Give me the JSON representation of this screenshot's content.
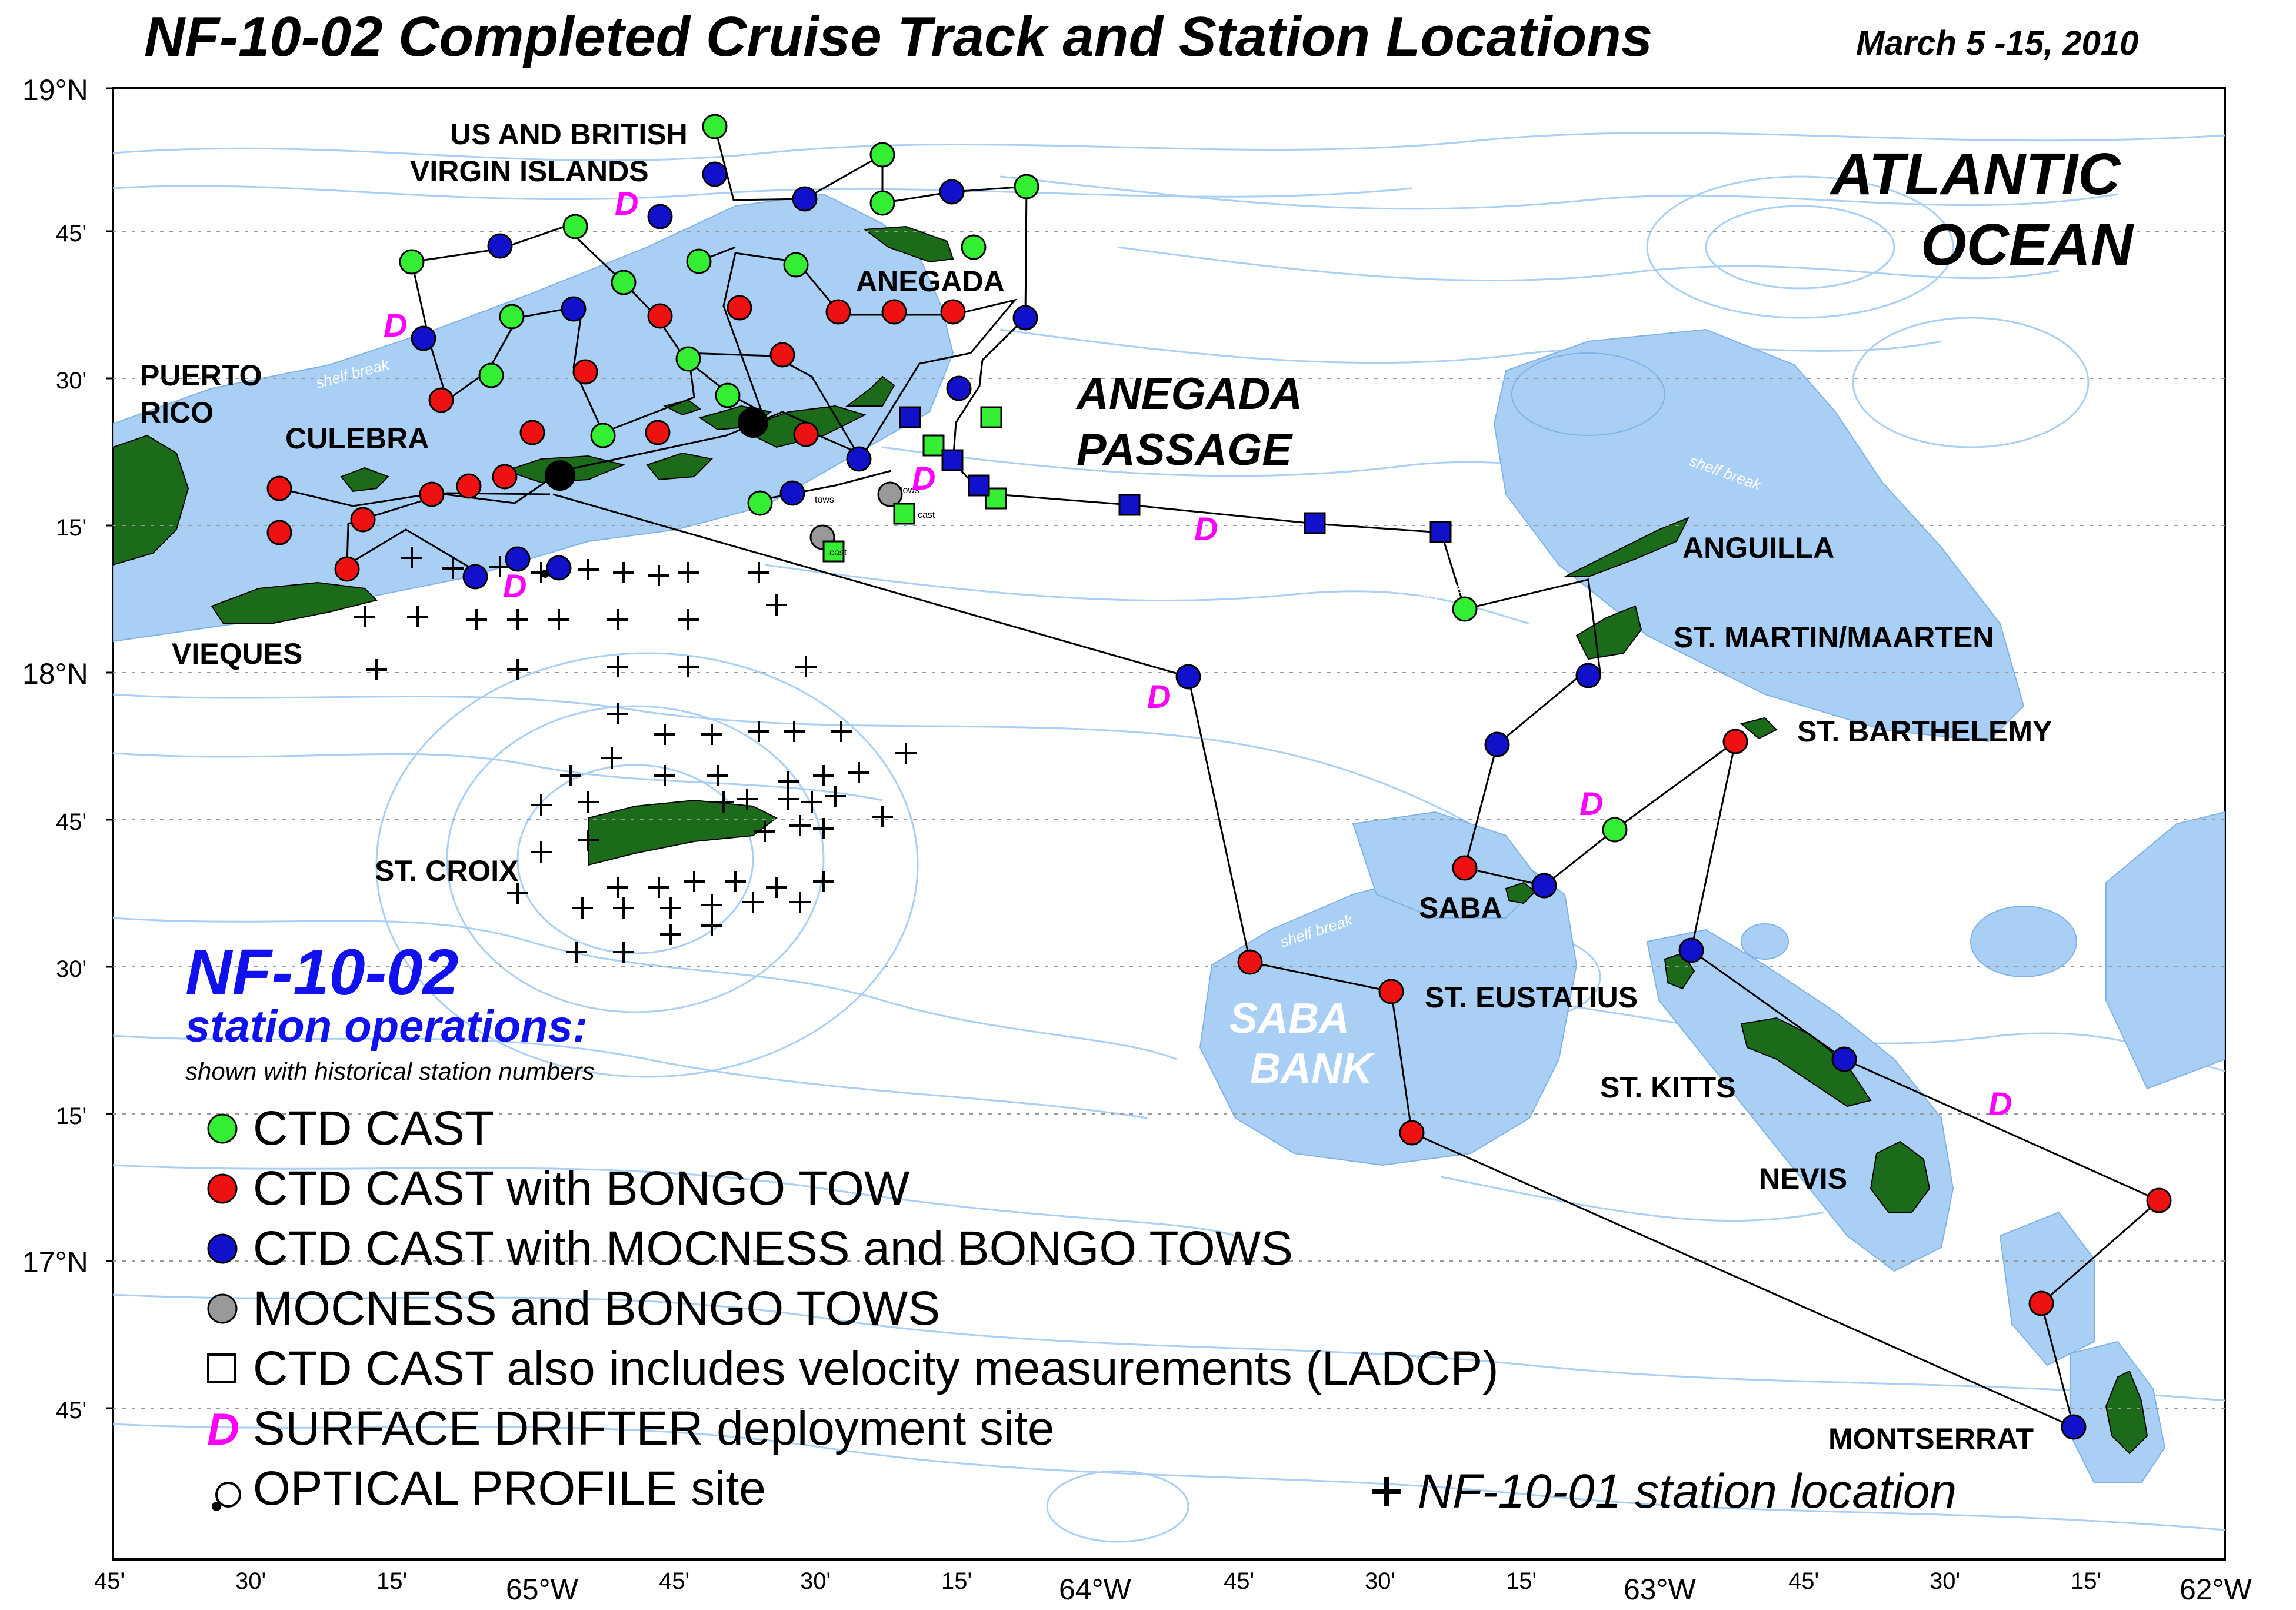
{
  "title": "NF-10-02 Completed Cruise Track and Station Locations",
  "subtitle": "March 5 -15, 2010",
  "colors": {
    "ctd": "#33ee33",
    "bongo": "#ee1111",
    "mocness": "#1111cc",
    "grey": "#999999",
    "land": "#1b6b1b",
    "shelf": "#a9cff5",
    "contour": "#a9cff5",
    "drifter": "#ff00ff"
  },
  "axes": {
    "lat_labels": [
      "19°N",
      "45'",
      "30'",
      "15'",
      "18°N",
      "45'",
      "30'",
      "15'",
      "17°N",
      "45'"
    ],
    "lon_labels": [
      "45'",
      "30'",
      "15'",
      "65°W",
      "45'",
      "30'",
      "15'",
      "64°W",
      "45'",
      "30'",
      "15'",
      "63°W",
      "45'",
      "30'",
      "15'",
      "62°W"
    ]
  },
  "places": {
    "usbvi_1": "US AND BRITISH",
    "usbvi_2": "VIRGIN ISLANDS",
    "atlantic_1": "ATLANTIC",
    "atlantic_2": "OCEAN",
    "anegada": "ANEGADA",
    "passage_1": "ANEGADA",
    "passage_2": "PASSAGE",
    "pr_1": "PUERTO",
    "pr_2": "RICO",
    "culebra": "CULEBRA",
    "vieques": "VIEQUES",
    "stcroix": "ST. CROIX",
    "anguilla": "ANGUILLA",
    "stmartin": "ST. MARTIN/MAARTEN",
    "stbarth": "ST. BARTHELEMY",
    "saba": "SABA",
    "steust": "ST. EUSTATIUS",
    "sababank_1": "SABA",
    "sababank_2": "BANK",
    "stkitts": "ST. KITTS",
    "nevis": "NEVIS",
    "montserrat": "MONTSERRAT",
    "shelf_break": "shelf break"
  },
  "legend": {
    "heading": "NF-10-02",
    "subheading": "station operations:",
    "note": "shown with historical station numbers",
    "items": [
      "CTD CAST",
      "CTD CAST with BONGO TOW",
      "CTD CAST with MOCNESS and BONGO TOWS",
      "MOCNESS and BONGO TOWS",
      "CTD CAST also includes velocity measurements (LADCP)",
      "SURFACE DRIFTER deployment site",
      "OPTICAL PROFILE site"
    ],
    "nf1001": "NF-10-01 station location"
  },
  "drifter_symbol": "D",
  "cast_labels": {
    "tows": "tows",
    "cast": "cast"
  }
}
